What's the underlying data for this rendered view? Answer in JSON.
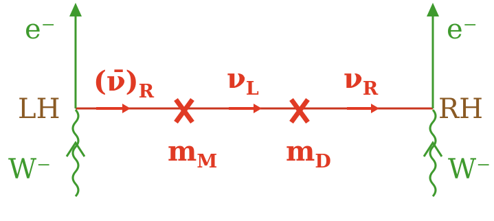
{
  "colors": {
    "line": "#c9361f",
    "red_text": "#e03a24",
    "green": "#3f9a2e",
    "brown": "#8a5a24",
    "background": "#ffffff"
  },
  "labels": {
    "electron_left": "e⁻",
    "electron_right": "e⁻",
    "lh": "LH",
    "rh": "RH",
    "w_left": "W⁻",
    "w_right": "W⁻",
    "prop1_base": "(ν̄)",
    "prop1_sub": "R",
    "prop2_base": "ν",
    "prop2_sub": "L",
    "prop3_base": "ν",
    "prop3_sub": "R",
    "mass1_base": "m",
    "mass1_sub": "M",
    "mass2_base": "m",
    "mass2_sub": "D"
  },
  "markers": {
    "mass_insertion": "cross-icon",
    "arrow": "arrow-right-icon"
  }
}
